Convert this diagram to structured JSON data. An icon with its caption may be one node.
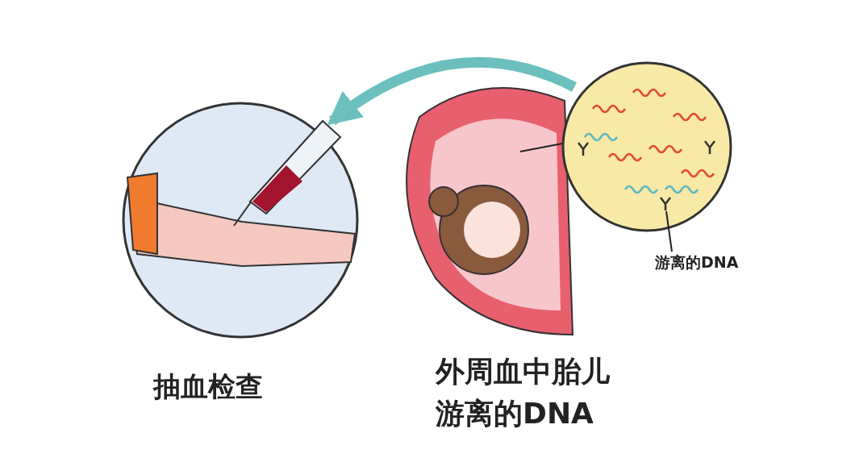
{
  "diagram": {
    "nodes": [
      {
        "text": [
          "抽血检查"
        ]
      },
      {
        "text": [
          "外周血中胎儿游离的DNA"
        ]
      },
      {
        "text": [],
        "shape": "circle"
      },
      {
        "text": [
          "游离的DNA"
        ]
      }
    ],
    "edges": [
      {
        "from": 2,
        "to": 0,
        "arrow": "to",
        "style": "thick",
        "color": "#6bbfbf"
      },
      {
        "from": 3,
        "to": 2,
        "arrow": "none",
        "color": "#222222"
      },
      {
        "from": 2,
        "to": 1,
        "arrow": "none",
        "color": "#222222"
      }
    ]
  }
}
